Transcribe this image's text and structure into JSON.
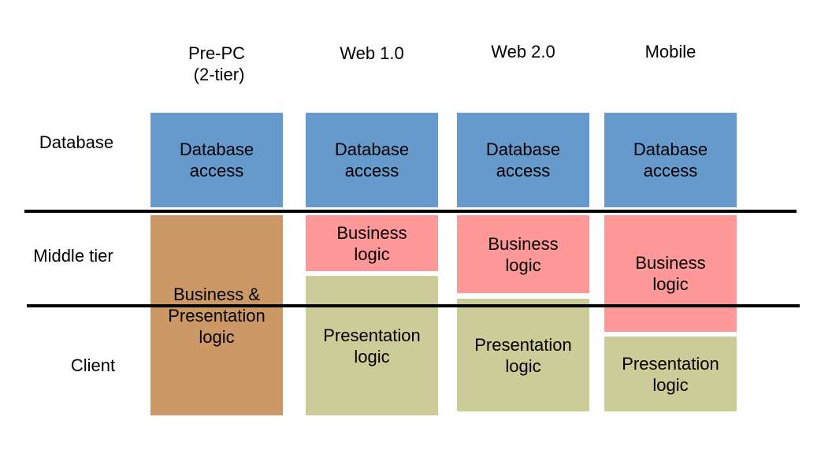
{
  "columns": [
    {
      "header": "Pre-PC\n (2-tier)"
    },
    {
      "header": "Web 1.0"
    },
    {
      "header": "Web 2.0"
    },
    {
      "header": "Mobile"
    }
  ],
  "rows": {
    "database": "Database",
    "middle": "Middle tier",
    "client": "Client"
  },
  "blocks": {
    "prepc_db": "Database\naccess",
    "prepc_logic": "Business &\nPresentation\nlogic",
    "web1_db": "Database\naccess",
    "web1_business": "Business\nlogic",
    "web1_presentation": "Presentation\nlogic",
    "web2_db": "Database\naccess",
    "web2_business": "Business\nlogic",
    "web2_presentation": "Presentation\nlogic",
    "mobile_db": "Database\naccess",
    "mobile_business": "Business\nlogic",
    "mobile_presentation": "Presentation\nlogic"
  },
  "colors": {
    "database": "#6699cc",
    "business": "#ff9999",
    "presentation": "#cccc99",
    "combined": "#cc9966",
    "line": "#000000"
  }
}
